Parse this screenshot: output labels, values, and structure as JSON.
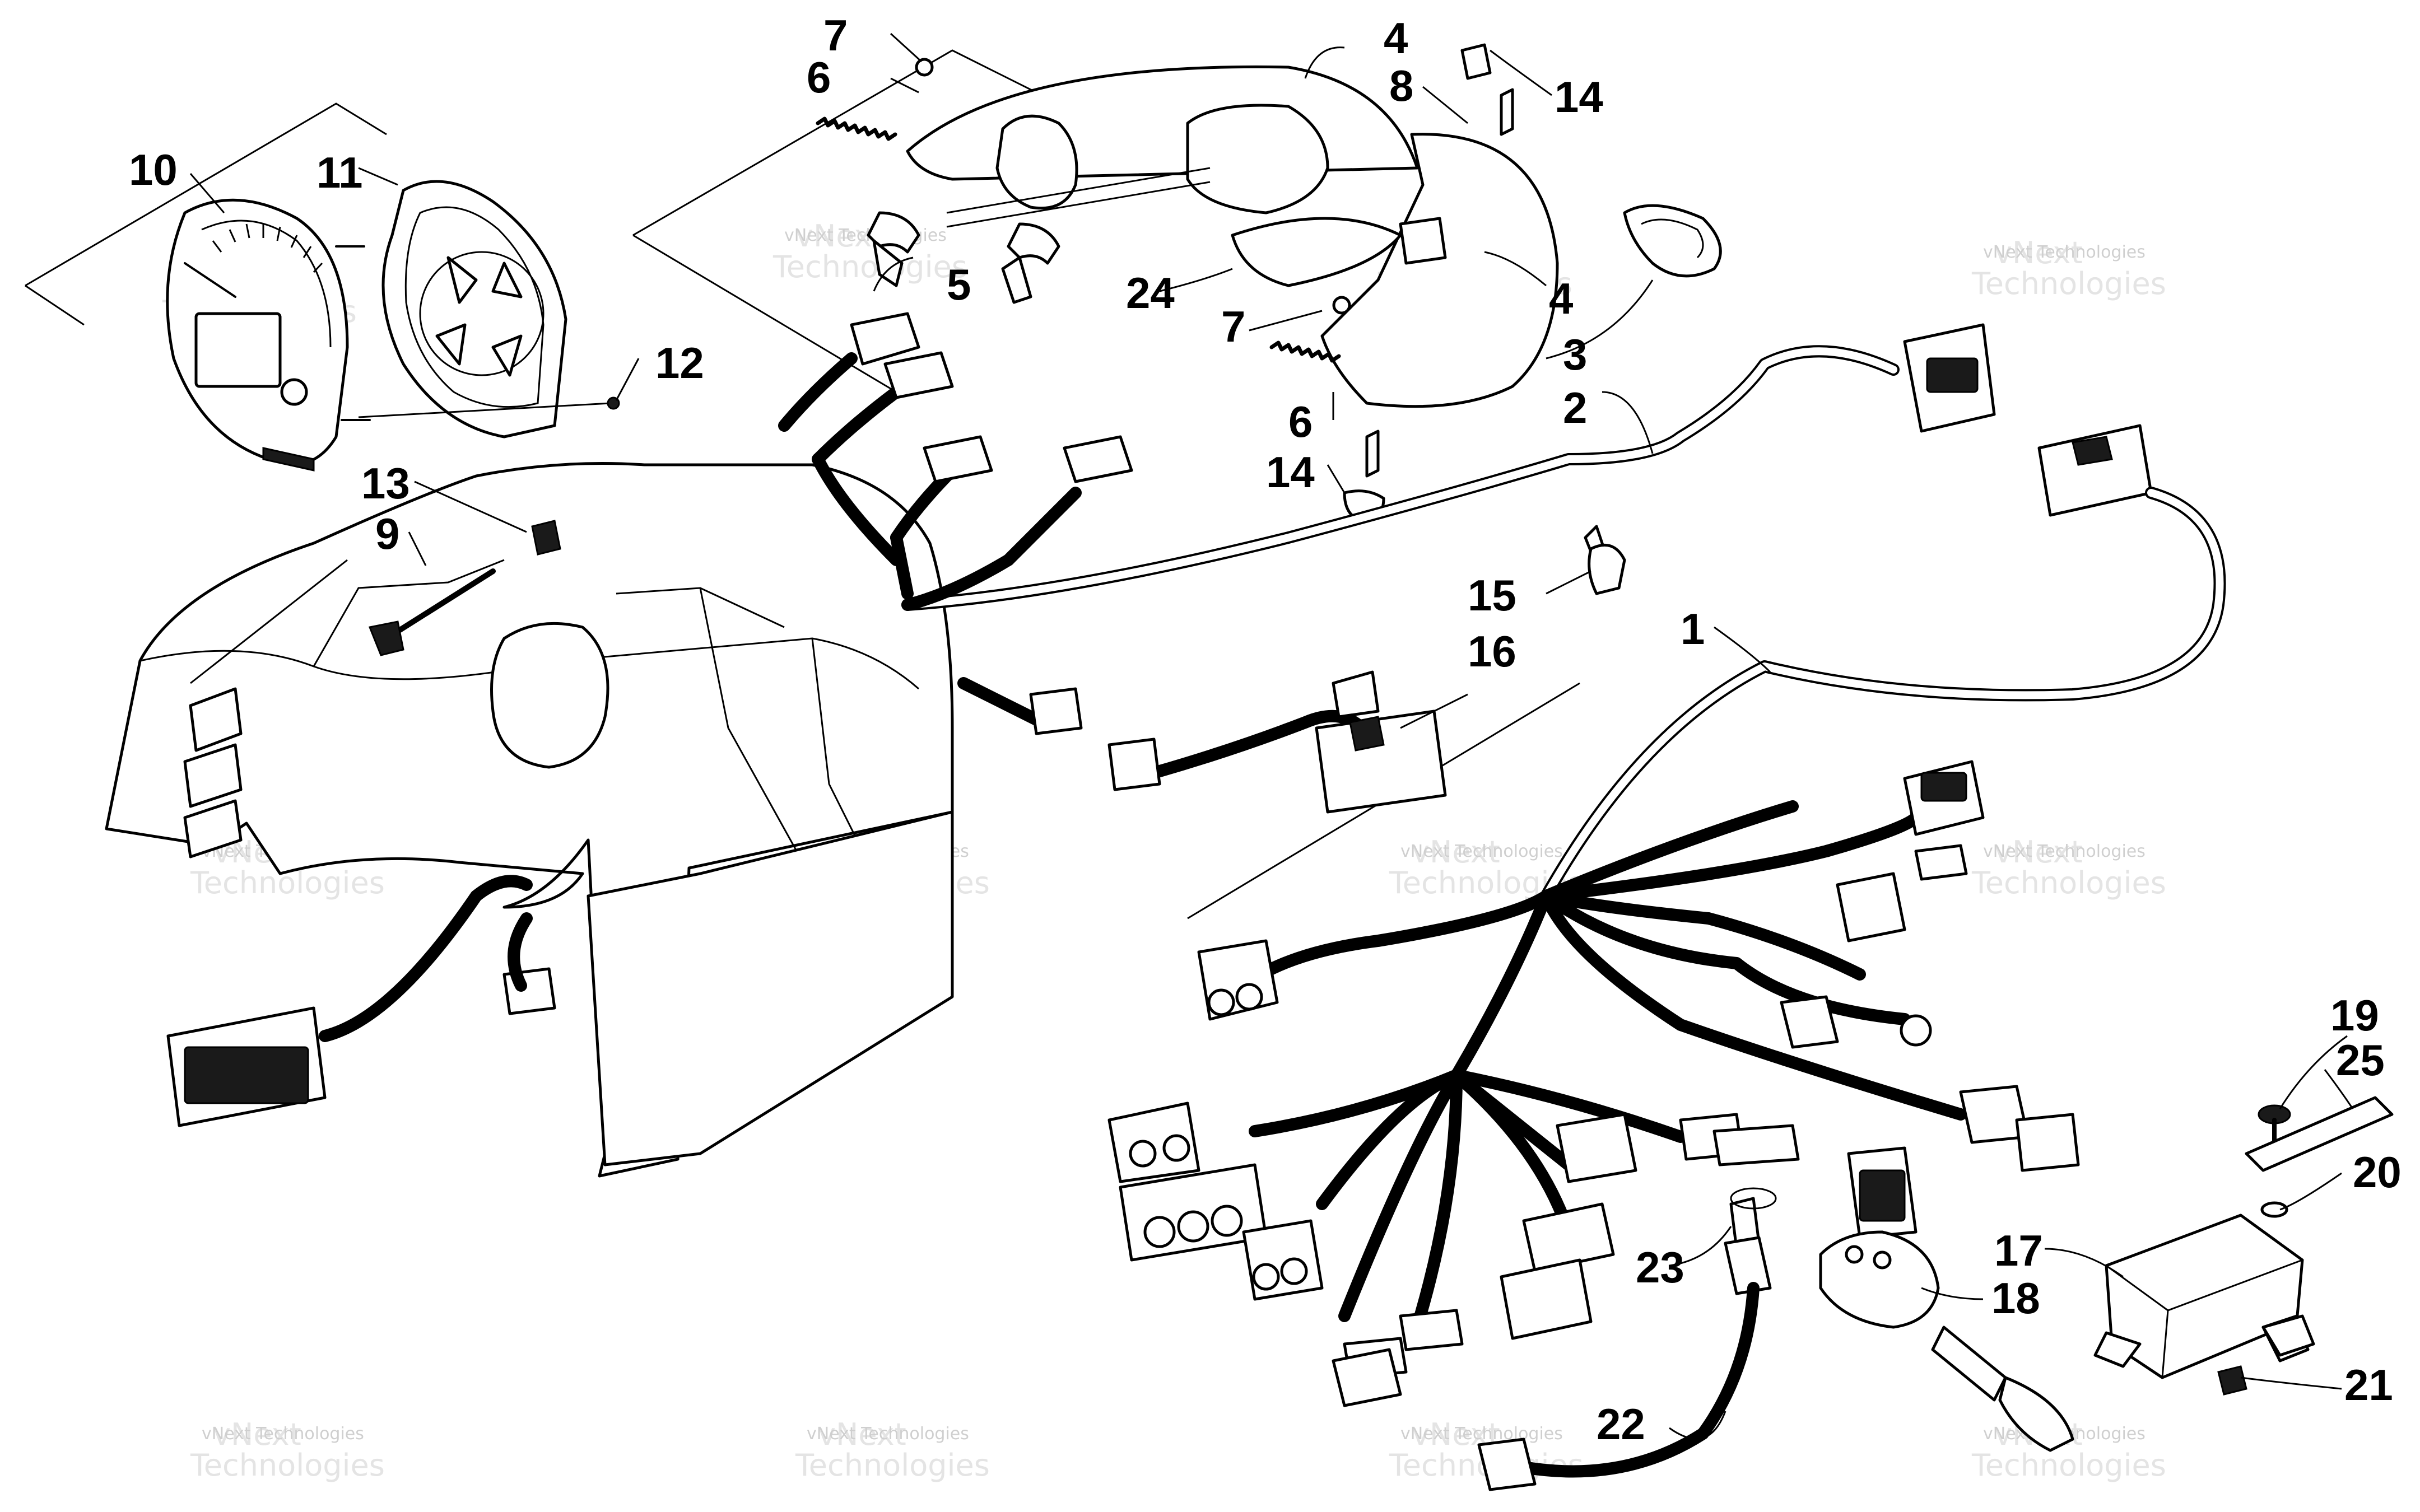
{
  "callouts": {
    "c1": "1",
    "c2": "2",
    "c3": "3",
    "c4a": "4",
    "c4b": "4",
    "c5": "5",
    "c6a": "6",
    "c6b": "6",
    "c7a": "7",
    "c7b": "7",
    "c8": "8",
    "c9": "9",
    "c10": "10",
    "c11": "11",
    "c12": "12",
    "c13": "13",
    "c14a": "14",
    "c14b": "14",
    "c15": "15",
    "c16": "16",
    "c17": "17",
    "c18": "18",
    "c19": "19",
    "c20": "20",
    "c21": "21",
    "c22": "22",
    "c23": "23",
    "c24": "24",
    "c25": "25"
  },
  "watermark": {
    "line1": "vNext Technologies",
    "line2": "vNext",
    "line3": "Technologies"
  }
}
